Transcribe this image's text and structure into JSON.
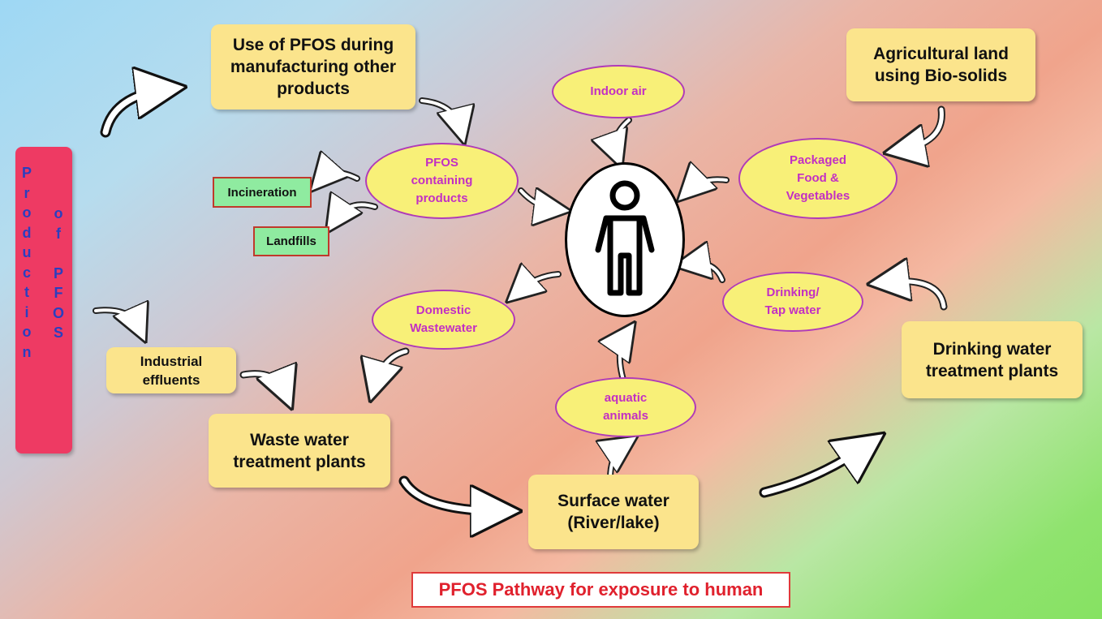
{
  "production": {
    "col1": [
      "P",
      "r",
      "o",
      "d",
      "u",
      "c",
      "t",
      "i",
      "o",
      "n"
    ],
    "col2": [
      "o",
      "f",
      "",
      "P",
      "F",
      "O",
      "S"
    ]
  },
  "boxes": {
    "use_pfos": "Use of PFOS during\nmanufacturing other\nproducts",
    "agri": "Agricultural land\nusing Bio-solids",
    "drinking_plants": "Drinking  water\ntreatment plants",
    "wwtp": "Waste water\ntreatment plants",
    "surface": "Surface water\n(River/lake)",
    "industrial": "Industrial\neffluents"
  },
  "ellipses": {
    "indoor": "Indoor air",
    "pfos_products": "PFOS\ncontaining\nproducts",
    "packaged": "Packaged\nFood &\nVegetables",
    "drinking_tap": "Drinking/\nTap water",
    "domestic": "Domestic\nWastewater",
    "aquatic": "aquatic\nanimals"
  },
  "small": {
    "incineration": "Incineration",
    "landfills": "Landfills"
  },
  "title": "PFOS Pathway for exposure to human"
}
